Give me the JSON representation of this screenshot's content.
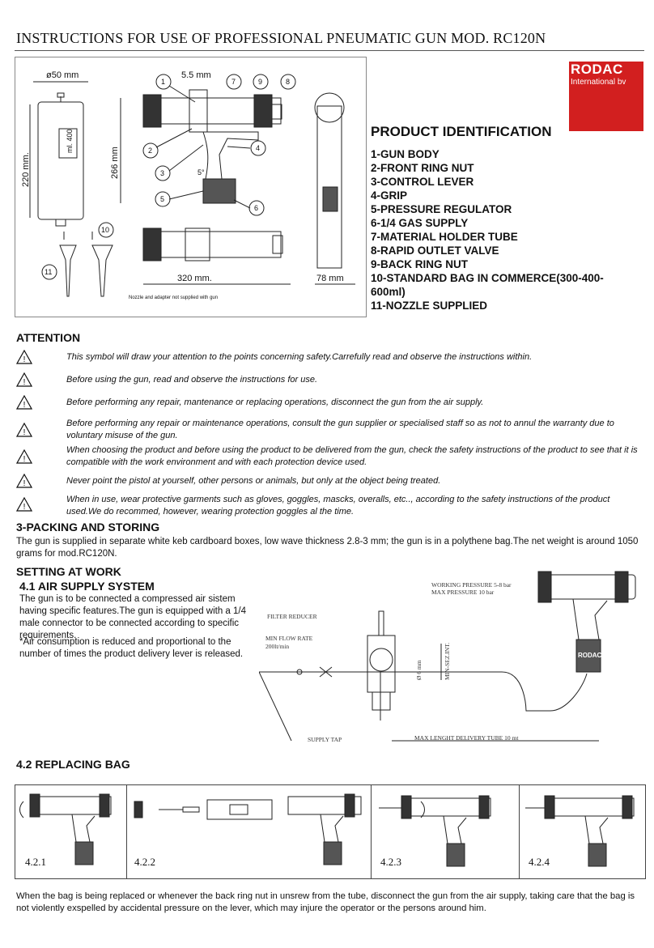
{
  "header": {
    "title": "INSTRUCTIONS FOR USE OF PROFESSIONAL PNEUMATIC GUN MOD. RC120N"
  },
  "logo": {
    "brand": "RODAC",
    "sub": "International bv"
  },
  "diagram": {
    "dims": {
      "d50": "ø50 mm",
      "d55": "5.5 mm",
      "d220": "220 mm.",
      "d266": "266 mm",
      "d320": "320 mm.",
      "d78": "78 mm",
      "ml400": "ml. 400",
      "angle": "5°"
    },
    "callouts": [
      "1",
      "2",
      "3",
      "4",
      "5",
      "6",
      "7",
      "8",
      "9",
      "10",
      "11"
    ],
    "note": "Nozzle and adapter not supplied with gun"
  },
  "product_id": {
    "title": "PRODUCT IDENTIFICATION",
    "items": [
      "1-GUN BODY",
      "2-FRONT RING NUT",
      "3-CONTROL LEVER",
      "4-GRIP",
      "5-PRESSURE REGULATOR",
      "6-1/4 GAS SUPPLY",
      "7-MATERIAL HOLDER TUBE",
      "8-RAPID OUTLET VALVE",
      "9-BACK RING NUT",
      "10-STANDARD BAG IN COMMERCE(300-400-600ml)",
      "11-NOZZLE SUPPLIED"
    ]
  },
  "attention": {
    "title": "ATTENTION",
    "items": [
      "This symbol will draw your attention to the points concerning safety.Carrefully read and observe the instructions within.",
      "Before using the gun, read and observe the instructions for use.",
      "Before performing any repair, mantenance or replacing operations, disconnect the gun from the air supply.",
      "Before performing any repair or maintenance operations, consult the gun supplier or specialised staff so as not to annul the warranty due to voluntary misuse of the gun.",
      "When choosing the product and before using the product to be delivered from the gun, check the safety instructions of the product to see that it is compatible with the work environment and with each protection device used.",
      "Never point the pistol at yourself, other persons or animals, but only at the object being treated.",
      "When in use, wear protective garments such as gloves, goggles, mascks, overalls, etc.., according to the safety instructions of the product used.We do recommed, however, wearing protection goggles al the time."
    ]
  },
  "packing": {
    "title": "3-PACKING AND STORING",
    "text": "The gun is supplied in separate white keb cardboard boxes, low wave thickness 2.8-3 mm; the gun is in a polythene bag.The net weight is around 1050 grams for mod.RC120N."
  },
  "setting": {
    "title": "SETTING AT WORK",
    "sub_title": "4.1 AIR SUPPLY SYSTEM",
    "text": "The gun is to be connected a compressed air sistem having specific features.The gun is equipped with a 1/4 male connector to be connected according to specific requirements.",
    "note": "*Air consumption is reduced and proportional to the number of times the product delivery lever is released."
  },
  "air_diagram": {
    "working_pressure": "WORKING PRESSURE 5-8 bar",
    "max_pressure": "MAX PRESSURE 10 bar",
    "filter_reducer": "FILTER REDUCER",
    "min_flow": "MIN FLOW RATE",
    "min_flow_value": "200lt/min",
    "tube_dia": "Ø 6 mm",
    "min_int": "MIN-SEZ.INT.",
    "supply_tap": "SUPPLY TAP",
    "max_length": "MAX LENGHT DELIVERY TUBE 10 mt",
    "gun_brand": "RODAC"
  },
  "replacing": {
    "title": "4.2 REPLACING BAG",
    "steps": [
      "4.2.1",
      "4.2.2",
      "4.2.3",
      "4.2.4"
    ],
    "text": "When the bag is being replaced or whenever the back ring nut in unsrew from the tube, disconnect the gun from the air supply, taking care that the bag is not violently exspelled by accidental pressure on the lever, which may injure the operator or the persons around him."
  }
}
